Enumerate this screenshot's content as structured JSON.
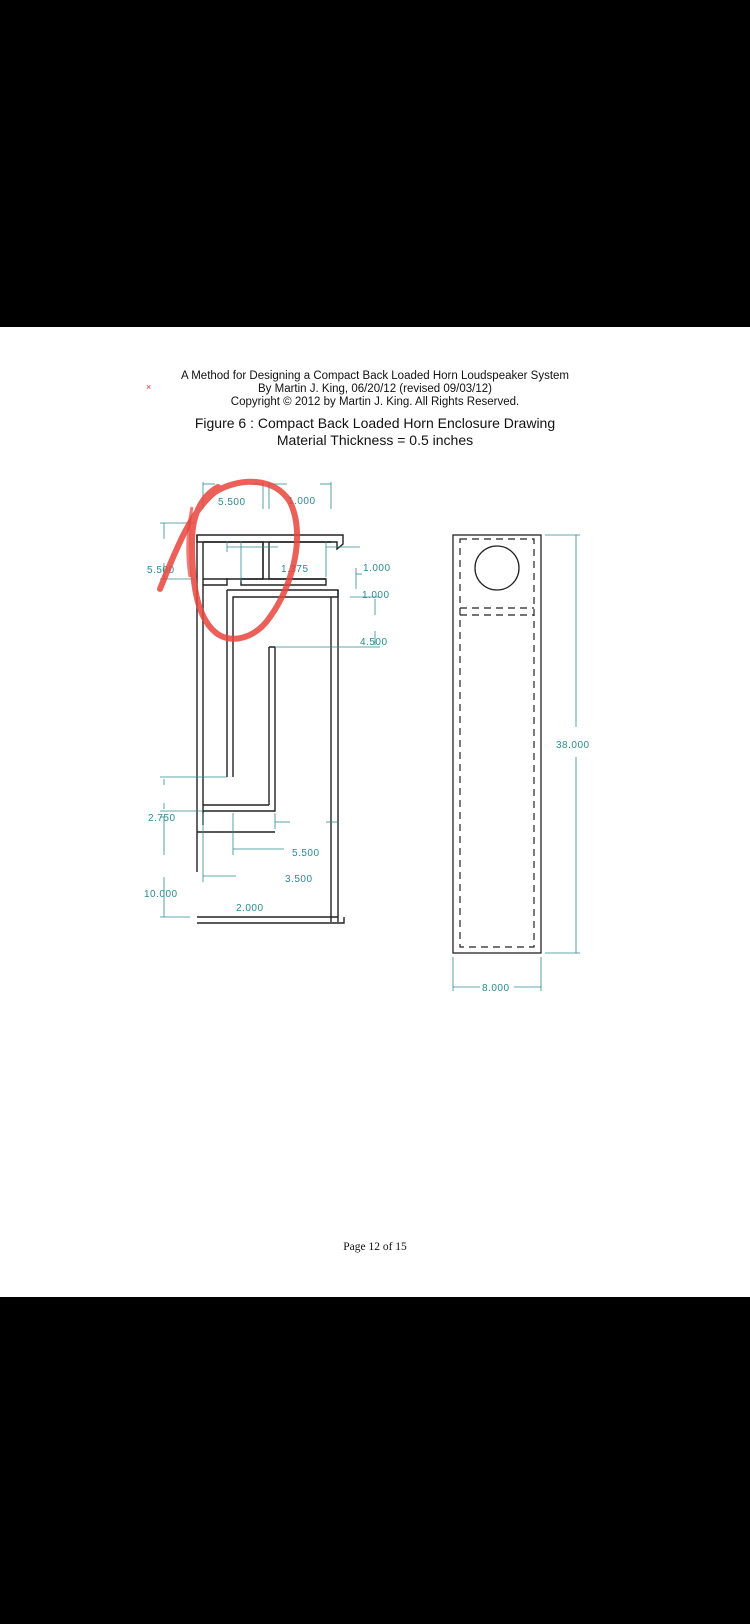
{
  "document": {
    "header_line1": "A Method for Designing a Compact Back Loaded Horn Loudspeaker System",
    "header_line2": "By Martin J. King, 06/20/12 (revised 09/03/12)",
    "header_line3": "Copyright © 2012 by Martin J. King. All Rights Reserved.",
    "figure_title": "Figure 6 : Compact Back Loaded Horn Enclosure Drawing",
    "material_note": "Material Thickness = 0.5 inches",
    "footer": "Page 12 of 15",
    "mark": "×"
  },
  "drawing": {
    "dims": {
      "d1": "5.500",
      "d2": "1.000",
      "d3": "5.500",
      "d4": "1.375",
      "d5": "1.000",
      "d6": "1.000",
      "d7": "4.500",
      "d8": "2.750",
      "d9": "5.500",
      "d10": "3.500",
      "d11": "10.000",
      "d12": "2.000",
      "d13": "38.000",
      "d14": "8.000"
    },
    "colors": {
      "line": "#222222",
      "dimension": "#2a8a90",
      "annotation": "#e8453c"
    }
  }
}
